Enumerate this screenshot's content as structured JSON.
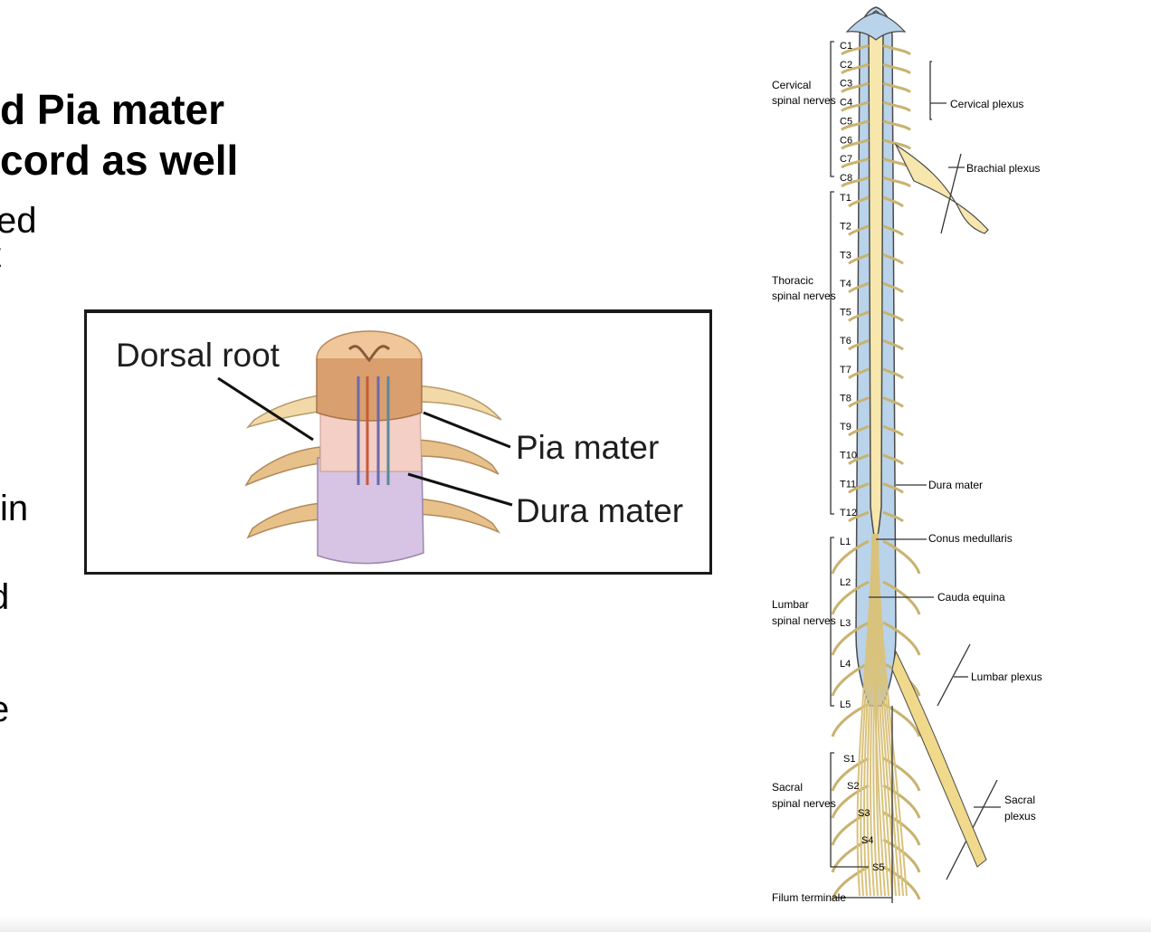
{
  "slide": {
    "heading_line1": "d Pia mater",
    "heading_line2": " cord as well",
    "fragments": [
      "ed",
      "t",
      " in",
      "d",
      "e"
    ]
  },
  "inset": {
    "dorsal_root": "Dorsal root",
    "pia_mater": "Pia mater",
    "dura_mater": "Dura mater"
  },
  "spine": {
    "regions": {
      "cervical": [
        "Cervical",
        "spinal nerves"
      ],
      "thoracic": [
        "Thoracic",
        "spinal nerves"
      ],
      "lumbar": [
        "Lumbar",
        "spinal nerves"
      ],
      "sacral": [
        "Sacral",
        "spinal nerves"
      ]
    },
    "filum": "Filum terminale",
    "right_labels": {
      "cervical_plexus": "Cervical plexus",
      "brachial_plexus": "Brachial plexus",
      "dura_mater": "Dura mater",
      "conus_medullaris": "Conus medullaris",
      "cauda_equina": "Cauda equina",
      "lumbar_plexus": "Lumbar plexus",
      "sacral_plexus": [
        "Sacral",
        "plexus"
      ]
    },
    "segments": {
      "cervical": [
        "C1",
        "C2",
        "C3",
        "C4",
        "C5",
        "C6",
        "C7",
        "C8"
      ],
      "thoracic": [
        "T1",
        "T2",
        "T3",
        "T4",
        "T5",
        "T6",
        "T7",
        "T8",
        "T9",
        "T10",
        "T11",
        "T12"
      ],
      "lumbar": [
        "L1",
        "L2",
        "L3",
        "L4",
        "L5"
      ],
      "sacral": [
        "S1",
        "S2",
        "S3",
        "S4",
        "S5"
      ]
    },
    "colors": {
      "dura": "#b9d3ea",
      "nerve": "#f7e7ac",
      "outline": "#4a4a4a"
    }
  }
}
